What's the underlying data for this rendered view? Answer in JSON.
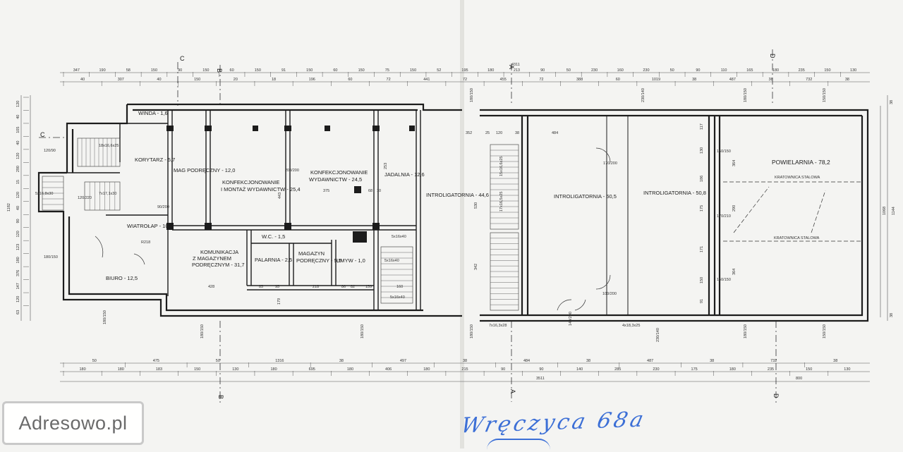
{
  "watermark": "Adresowo.pl",
  "handwritten_address": "Wręczyca 68a",
  "section_marks": [
    "C",
    "B",
    "A",
    "D"
  ],
  "rooms": {
    "winda": "WINDA - 1,6",
    "korytarz": "KORYTARZ - 5,7",
    "mag": "MAG PODRĘCZNY - 12,0",
    "konf1": [
      "KONFEKCJONOWANIE",
      "I MONTAŻ WYDAWNICTW - 25,4"
    ],
    "konf2": [
      "KONFEKCJONOWANIE",
      "WYDAWNICTW - 24,5"
    ],
    "jadalnia": "JADALNIA - 12,6",
    "introl1": "INTROLIGATORNIA - 44,6",
    "introl2": "INTROLIGATORNIA - 50,5",
    "introl3": "INTROLIGATORNIA - 50,8",
    "powielarnia": "POWIELARNIA - 78,2",
    "wiatrolap": "WIATROŁAP - 10,4",
    "biuro": "BIURO - 12,5",
    "komunikacja": [
      "KOMUNIKACJA",
      "Z MAGAZYNEM",
      "PODRĘCZNYM - 31,7"
    ],
    "wc": "W.C. - 1,5",
    "palarnia": "PALARNIA - 2,5",
    "magazyn": [
      "MAGAZYN",
      "PODRĘCZNY - 5,5"
    ],
    "umyw": "UMYW - 1,0",
    "kratownica_top": "KRATOWNICA STALOWA",
    "kratownica_bottom": "KRATOWNICA STALOWA"
  },
  "stairs": {
    "s1": "18x16,6x25",
    "s2": "7x17,1x30",
    "s3": "5x16,8x30",
    "s4": "5x16x40",
    "s5": "5x16x40",
    "s6": "5x16x40",
    "s7": "15x16,6x25",
    "s8": "17x16,5x25",
    "s9": "7x16,3x28",
    "s10": "4x18,3x25"
  },
  "openings": {
    "o1": "120/90",
    "o2": "120/220",
    "o3": "90/200",
    "o4": "200/200",
    "o5": "170/200",
    "o6": "100/200",
    "o7": "170/210",
    "o8": "150/150",
    "o9": "180/150",
    "o10": "230/140",
    "o11": "R218",
    "o12": "140/200"
  },
  "top_dims": [
    "347",
    "190",
    "58",
    "150",
    "90",
    "150",
    "60",
    "150",
    "91",
    "150",
    "60",
    "150",
    "75",
    "150",
    "52",
    "195",
    "180",
    "213",
    "90",
    "50",
    "230",
    "160",
    "230",
    "50",
    "90",
    "110",
    "165",
    "180",
    "235",
    "150",
    "130"
  ],
  "top_total": "4311",
  "top_dims2": [
    "40",
    "307",
    "40",
    "150",
    "20",
    "18",
    "196",
    "60",
    "72",
    "441",
    "72",
    "455",
    "72",
    "388",
    "60",
    "1019",
    "38",
    "487",
    "38",
    "732",
    "38"
  ],
  "bottom_dims": [
    "50",
    "475",
    "50",
    "1316",
    "38",
    "497",
    "38",
    "484",
    "38",
    "487",
    "38",
    "732",
    "38"
  ],
  "bottom_dims2": [
    "180",
    "180",
    "183",
    "150",
    "130",
    "180",
    "695",
    "180",
    "406",
    "180",
    "215",
    "90",
    "90",
    "140",
    "285",
    "230",
    "175",
    "180",
    "235",
    "150",
    "130"
  ],
  "bottom_total": "3511",
  "bottom_total2": "800",
  "left_dims": [
    "120",
    "40",
    "105",
    "40",
    "120",
    "290",
    "15",
    "120",
    "40",
    "90",
    "120",
    "123",
    "180",
    "376",
    "147",
    "120",
    "63"
  ],
  "left_total": "1182",
  "right_dims": [
    "38",
    "1068",
    "1144",
    "38"
  ],
  "inner_dims": {
    "d1": "352",
    "d2": "25",
    "d3": "120",
    "d4": "38",
    "d5": "484",
    "d6": "375",
    "d7": "428",
    "d8": "218",
    "d9": "159",
    "d10": "160",
    "d11": "95",
    "d12": "86",
    "d13": "82",
    "d14": "85",
    "d15": "179",
    "d16": "530",
    "d17": "342",
    "d18": "364",
    "d19": "290",
    "d20": "171",
    "d21": "186",
    "d22": "130",
    "d23": "150",
    "d24": "91",
    "d25": "443",
    "d26": "68",
    "d27": "10",
    "d28": "253",
    "d29": "117",
    "d30": "175"
  },
  "colors": {
    "ink": "#1c1c1c",
    "paper": "#f4f4f2",
    "pen": "#3c6fd6"
  }
}
